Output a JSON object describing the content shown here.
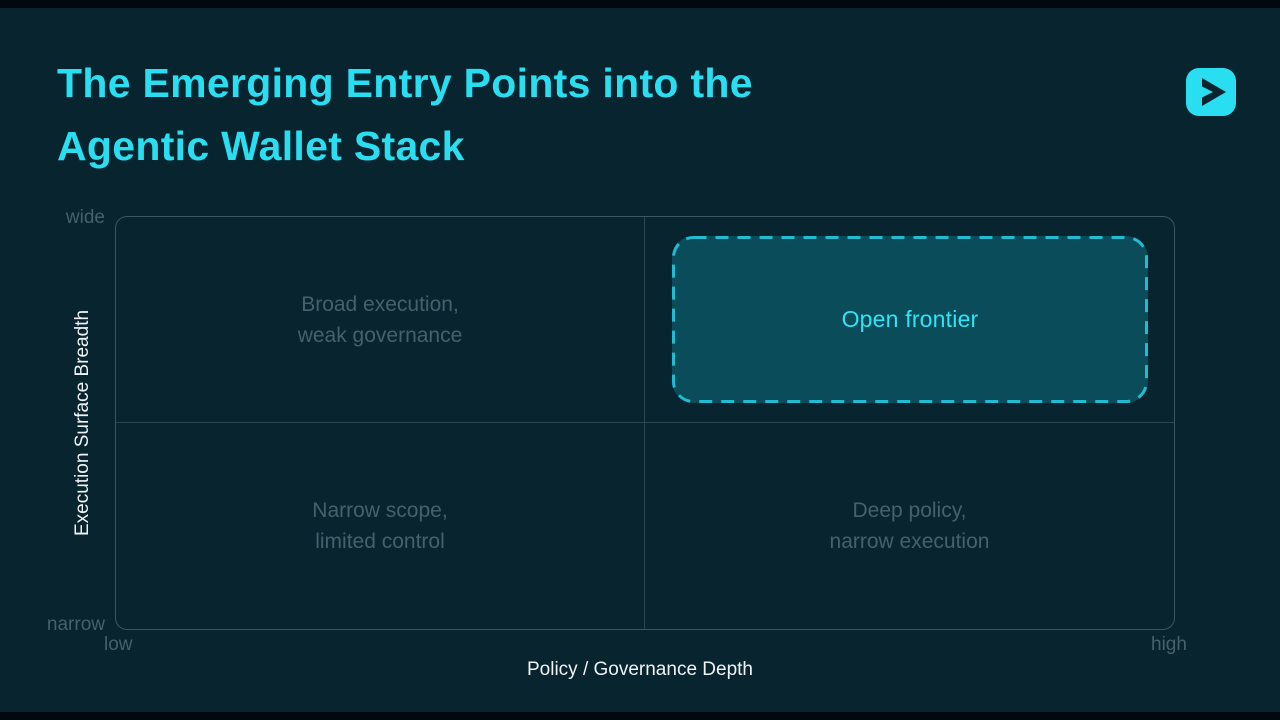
{
  "title": {
    "line1": "The Emerging Entry Points into the",
    "line2": "Agentic Wallet Stack"
  },
  "brand": {
    "icon": "chevron-right-icon"
  },
  "diagram": {
    "type": "quadrant-matrix",
    "x_axis": {
      "label": "Policy / Governance Depth",
      "min_label": "low",
      "max_label": "high"
    },
    "y_axis": {
      "label": "Execution Surface Breadth",
      "min_label": "narrow",
      "max_label": "wide"
    },
    "quadrants": [
      {
        "position": "top-left",
        "line1": "Broad execution,",
        "line2": "weak governance",
        "highlighted": false
      },
      {
        "position": "top-right",
        "line1": "Open frontier",
        "line2": "",
        "highlighted": true
      },
      {
        "position": "bottom-left",
        "line1": "Narrow scope,",
        "line2": "limited control",
        "highlighted": false
      },
      {
        "position": "bottom-right",
        "line1": "Deep policy,",
        "line2": "narrow execution",
        "highlighted": false
      }
    ]
  },
  "colors": {
    "letterbox": "#00090e",
    "slide_background": "#08242f",
    "accent_cyan": "#2adef2",
    "highlight_fill": "#0a4c5a",
    "highlight_border": "#1fbcd4",
    "highlight_text": "#31e3f4",
    "quadrant_text": "#45616c",
    "tick_text": "#47616b",
    "axis_label_text": "#eff3f4",
    "outer_border": "#3b5660",
    "grid_line": "#2a4751"
  }
}
